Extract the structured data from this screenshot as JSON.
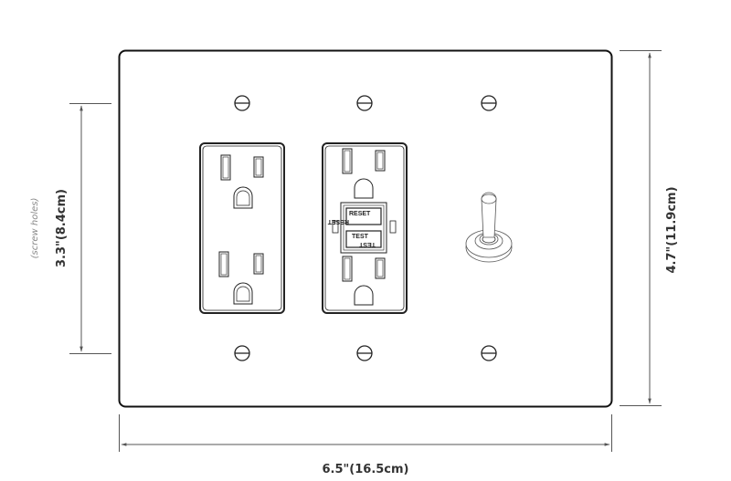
{
  "diagram": {
    "subject": "Triple gang wall plate (duplex outlet, GFCI outlet, toggle switch)",
    "dimensions": {
      "width_label": "6.5\"(16.5cm)",
      "height_label": "4.7\"(11.9cm)",
      "screw_span_label": "3.3\"(8.4cm)",
      "screw_span_note": "(screw holes)"
    },
    "gfci": {
      "reset_label": "RESET",
      "reset_label_inverted": "RESET",
      "test_label": "TEST",
      "test_label_inverted": "TEST"
    },
    "colors": {
      "outline": "#111111",
      "dimension_line": "#555555",
      "background": "#ffffff"
    }
  }
}
